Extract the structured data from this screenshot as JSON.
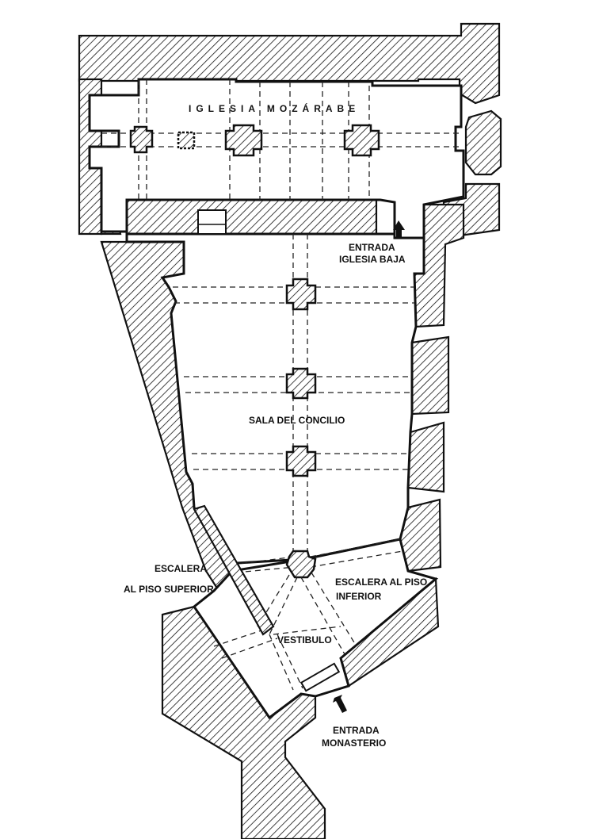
{
  "plan": {
    "labels": {
      "iglesia": "IGLESIA MOZÁRABE",
      "entrada_iglesia_1": "ENTRADA",
      "entrada_iglesia_2": "IGLESIA BAJA",
      "sala": "SALA DEL CONCILIO",
      "escalera_sup_1": "ESCALERA",
      "escalera_sup_2": "AL PISO SUPERIOR",
      "escalera_inf_1": "ESCALERA AL PISO",
      "escalera_inf_2": "INFERIOR",
      "vestibulo": "VESTIBULO",
      "entrada_monasterio_1": "ENTRADA",
      "entrada_monasterio_2": "MONASTERIO"
    }
  }
}
